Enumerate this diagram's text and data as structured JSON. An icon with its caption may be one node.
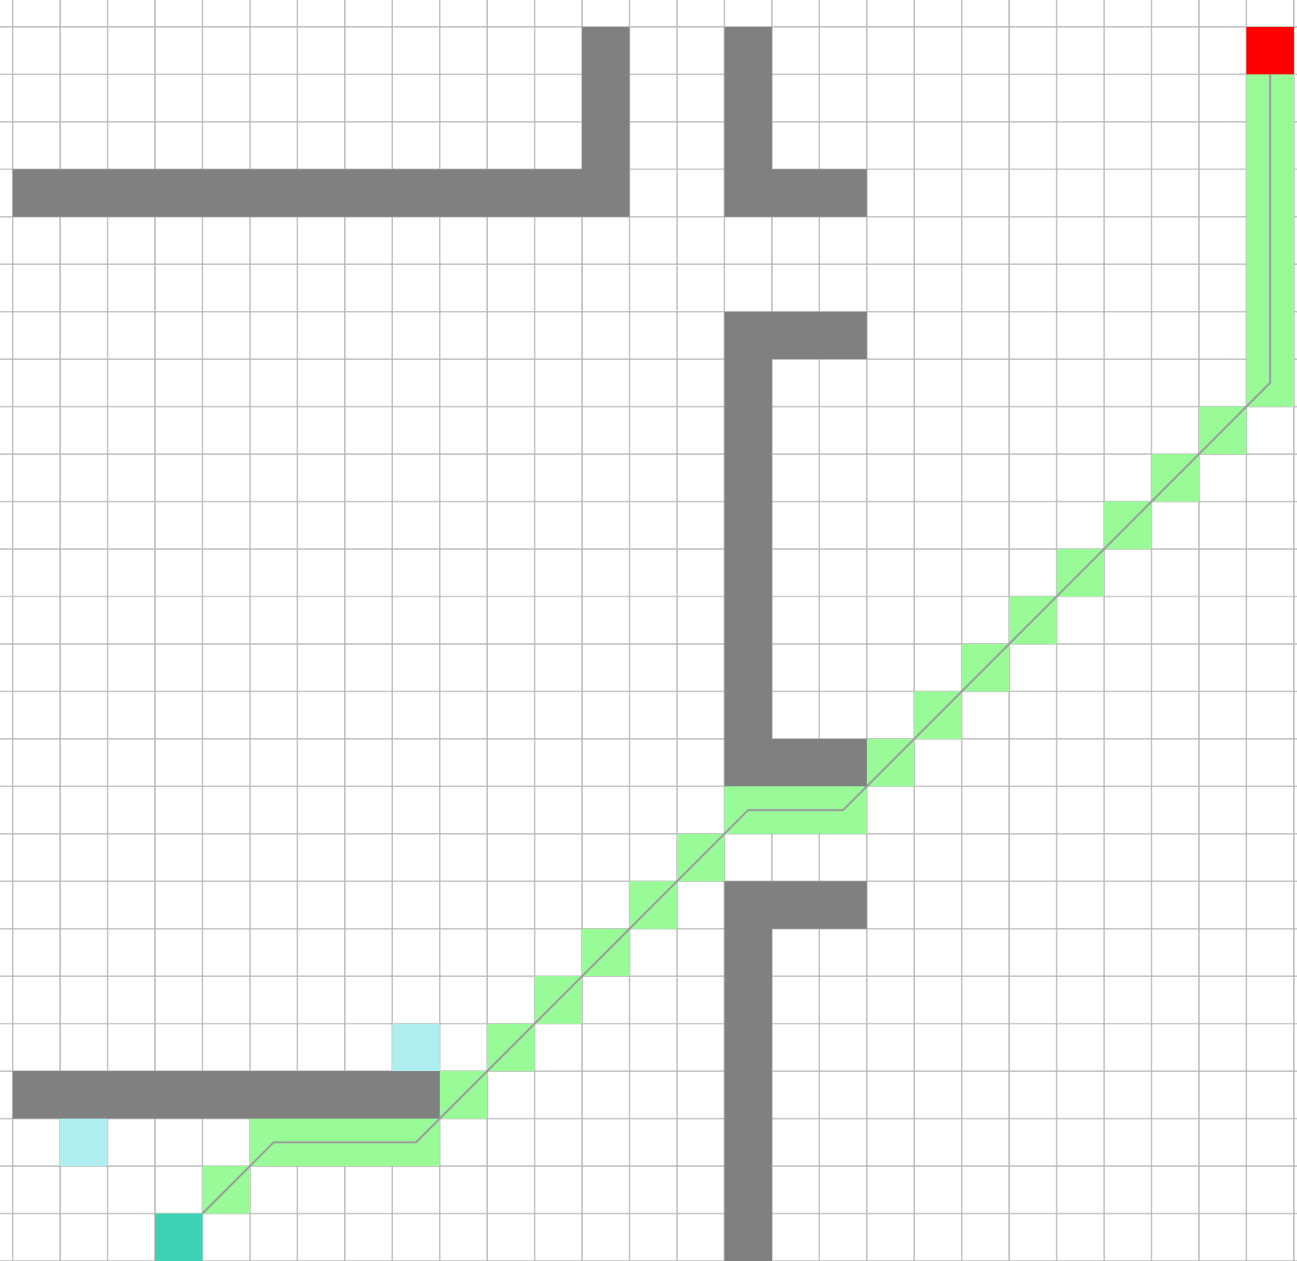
{
  "diagram": {
    "nodes": [
      {
        "text": [],
        "shape": "box"
      },
      {
        "text": [],
        "shape": "box"
      }
    ],
    "edges": [
      {
        "from": 0,
        "to": 1,
        "arrow": "none"
      }
    ]
  }
}
